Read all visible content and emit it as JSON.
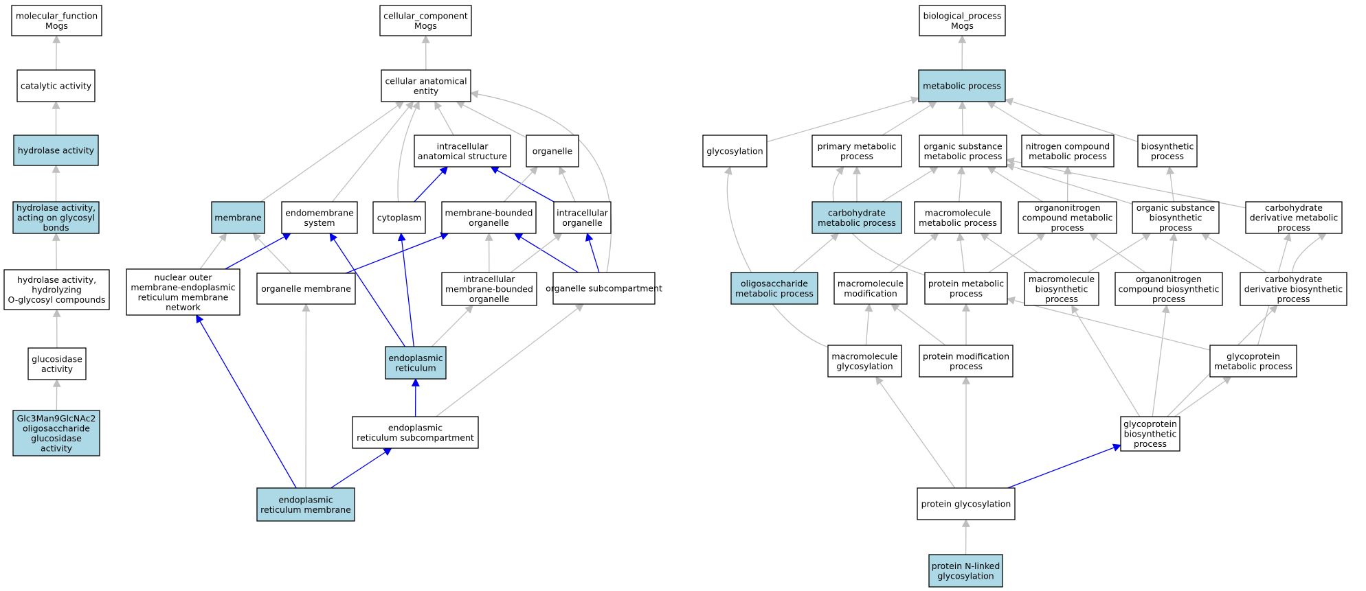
{
  "colors": {
    "highlight_fill": "#add8e6",
    "normal_fill": "#ffffff",
    "gray_edge": "#bfbfbf",
    "blue_edge": "#0000ee"
  },
  "nodes": [
    {
      "id": "mf",
      "label": "molecular_function\nMogs",
      "highlight": false
    },
    {
      "id": "cat",
      "label": "catalytic activity",
      "highlight": false
    },
    {
      "id": "hyd",
      "label": "hydrolase activity",
      "highlight": true
    },
    {
      "id": "hydgly",
      "label": "hydrolase activity,\nacting on glycosyl\nbonds",
      "highlight": true
    },
    {
      "id": "hydo",
      "label": "hydrolase activity,\nhydrolyzing\nO-glycosyl compounds",
      "highlight": false
    },
    {
      "id": "gluc",
      "label": "glucosidase\nactivity",
      "highlight": false
    },
    {
      "id": "glc3",
      "label": "Glc3Man9GlcNAc2\noligosaccharide\nglucosidase\nactivity",
      "highlight": true
    },
    {
      "id": "cc",
      "label": "cellular_component\nMogs",
      "highlight": false
    },
    {
      "id": "cae",
      "label": "cellular anatomical\nentity",
      "highlight": false
    },
    {
      "id": "ias",
      "label": "intracellular\nanatomical structure",
      "highlight": false
    },
    {
      "id": "org",
      "label": "organelle",
      "highlight": false
    },
    {
      "id": "mem",
      "label": "membrane",
      "highlight": true
    },
    {
      "id": "ems",
      "label": "endomembrane\nsystem",
      "highlight": false
    },
    {
      "id": "cyt",
      "label": "cytoplasm",
      "highlight": false
    },
    {
      "id": "mbo",
      "label": "membrane-bounded\norganelle",
      "highlight": false
    },
    {
      "id": "io",
      "label": "intracellular\norganelle",
      "highlight": false
    },
    {
      "id": "nom",
      "label": "nuclear outer\nmembrane-endoplasmic\nreticulum membrane\nnetwork",
      "highlight": false
    },
    {
      "id": "om",
      "label": "organelle membrane",
      "highlight": false
    },
    {
      "id": "imbo",
      "label": "intracellular\nmembrane-bounded\norganelle",
      "highlight": false
    },
    {
      "id": "osc",
      "label": "organelle subcompartment",
      "highlight": false
    },
    {
      "id": "er",
      "label": "endoplasmic\nreticulum",
      "highlight": true
    },
    {
      "id": "ers",
      "label": "endoplasmic\nreticulum subcompartment",
      "highlight": false
    },
    {
      "id": "erm",
      "label": "endoplasmic\nreticulum membrane",
      "highlight": true
    },
    {
      "id": "bp",
      "label": "biological_process\nMogs",
      "highlight": false
    },
    {
      "id": "mp",
      "label": "metabolic process",
      "highlight": true
    },
    {
      "id": "glyc",
      "label": "glycosylation",
      "highlight": false
    },
    {
      "id": "pmp",
      "label": "primary metabolic\nprocess",
      "highlight": false
    },
    {
      "id": "osmp",
      "label": "organic substance\nmetabolic process",
      "highlight": false
    },
    {
      "id": "ncmp",
      "label": "nitrogen compound\nmetabolic process",
      "highlight": false
    },
    {
      "id": "bsp",
      "label": "biosynthetic\nprocess",
      "highlight": false
    },
    {
      "id": "chmp",
      "label": "carbohydrate\nmetabolic process",
      "highlight": true
    },
    {
      "id": "mmp",
      "label": "macromolecule\nmetabolic process",
      "highlight": false
    },
    {
      "id": "oncmp",
      "label": "organonitrogen\ncompound metabolic\nprocess",
      "highlight": false
    },
    {
      "id": "osbp",
      "label": "organic substance\nbiosynthetic\nprocess",
      "highlight": false
    },
    {
      "id": "cdmp",
      "label": "carbohydrate\nderivative metabolic\nprocess",
      "highlight": false
    },
    {
      "id": "olmp",
      "label": "oligosaccharide\nmetabolic process",
      "highlight": true
    },
    {
      "id": "mmod",
      "label": "macromolecule\nmodification",
      "highlight": false
    },
    {
      "id": "prmp",
      "label": "protein metabolic\nprocess",
      "highlight": false
    },
    {
      "id": "mbp",
      "label": "macromolecule\nbiosynthetic\nprocess",
      "highlight": false
    },
    {
      "id": "oncbp",
      "label": "organonitrogen\ncompound biosynthetic\nprocess",
      "highlight": false
    },
    {
      "id": "cdbp",
      "label": "carbohydrate\nderivative biosynthetic\nprocess",
      "highlight": false
    },
    {
      "id": "mglyc",
      "label": "macromolecule\nglycosylation",
      "highlight": false
    },
    {
      "id": "pmod",
      "label": "protein modification\nprocess",
      "highlight": false
    },
    {
      "id": "gpmp",
      "label": "glycoprotein\nmetabolic process",
      "highlight": false
    },
    {
      "id": "gpbp",
      "label": "glycoprotein\nbiosynthetic\nprocess",
      "highlight": false
    },
    {
      "id": "pglyc",
      "label": "protein glycosylation",
      "highlight": false
    },
    {
      "id": "pnglyc",
      "label": "protein N-linked\nglycosylation",
      "highlight": true
    }
  ],
  "edges": [
    {
      "from": "cat",
      "to": "mf",
      "kind": "is_a"
    },
    {
      "from": "hyd",
      "to": "cat",
      "kind": "is_a"
    },
    {
      "from": "hydgly",
      "to": "hyd",
      "kind": "is_a"
    },
    {
      "from": "hydo",
      "to": "hydgly",
      "kind": "is_a"
    },
    {
      "from": "gluc",
      "to": "hydo",
      "kind": "is_a"
    },
    {
      "from": "glc3",
      "to": "gluc",
      "kind": "is_a"
    },
    {
      "from": "cae",
      "to": "cc",
      "kind": "is_a"
    },
    {
      "from": "mem",
      "to": "cae",
      "kind": "is_a"
    },
    {
      "from": "ems",
      "to": "cae",
      "kind": "is_a"
    },
    {
      "from": "cyt",
      "to": "cae",
      "kind": "is_a"
    },
    {
      "from": "ias",
      "to": "cae",
      "kind": "is_a"
    },
    {
      "from": "org",
      "to": "cae",
      "kind": "is_a"
    },
    {
      "from": "osc",
      "to": "cae",
      "kind": "is_a"
    },
    {
      "from": "cyt",
      "to": "ias",
      "kind": "part_of"
    },
    {
      "from": "io",
      "to": "ias",
      "kind": "part_of"
    },
    {
      "from": "mbo",
      "to": "org",
      "kind": "is_a"
    },
    {
      "from": "io",
      "to": "org",
      "kind": "is_a"
    },
    {
      "from": "nom",
      "to": "mem",
      "kind": "is_a"
    },
    {
      "from": "om",
      "to": "mem",
      "kind": "is_a"
    },
    {
      "from": "nom",
      "to": "ems",
      "kind": "part_of"
    },
    {
      "from": "er",
      "to": "ems",
      "kind": "part_of"
    },
    {
      "from": "er",
      "to": "cyt",
      "kind": "part_of"
    },
    {
      "from": "om",
      "to": "mbo",
      "kind": "part_of"
    },
    {
      "from": "imbo",
      "to": "mbo",
      "kind": "is_a"
    },
    {
      "from": "osc",
      "to": "mbo",
      "kind": "part_of"
    },
    {
      "from": "imbo",
      "to": "io",
      "kind": "is_a"
    },
    {
      "from": "osc",
      "to": "io",
      "kind": "part_of"
    },
    {
      "from": "er",
      "to": "imbo",
      "kind": "is_a"
    },
    {
      "from": "ers",
      "to": "er",
      "kind": "part_of"
    },
    {
      "from": "ers",
      "to": "osc",
      "kind": "is_a"
    },
    {
      "from": "erm",
      "to": "nom",
      "kind": "part_of"
    },
    {
      "from": "erm",
      "to": "om",
      "kind": "is_a"
    },
    {
      "from": "erm",
      "to": "ers",
      "kind": "part_of"
    },
    {
      "from": "mp",
      "to": "bp",
      "kind": "is_a"
    },
    {
      "from": "glyc",
      "to": "mp",
      "kind": "is_a"
    },
    {
      "from": "pmp",
      "to": "mp",
      "kind": "is_a"
    },
    {
      "from": "osmp",
      "to": "mp",
      "kind": "is_a"
    },
    {
      "from": "ncmp",
      "to": "mp",
      "kind": "is_a"
    },
    {
      "from": "bsp",
      "to": "mp",
      "kind": "is_a"
    },
    {
      "from": "chmp",
      "to": "pmp",
      "kind": "is_a"
    },
    {
      "from": "chmp",
      "to": "osmp",
      "kind": "is_a"
    },
    {
      "from": "mmp",
      "to": "osmp",
      "kind": "is_a"
    },
    {
      "from": "oncmp",
      "to": "osmp",
      "kind": "is_a"
    },
    {
      "from": "osbp",
      "to": "osmp",
      "kind": "is_a"
    },
    {
      "from": "cdmp",
      "to": "osmp",
      "kind": "is_a"
    },
    {
      "from": "oncmp",
      "to": "ncmp",
      "kind": "is_a"
    },
    {
      "from": "osbp",
      "to": "bsp",
      "kind": "is_a"
    },
    {
      "from": "olmp",
      "to": "chmp",
      "kind": "is_a"
    },
    {
      "from": "mmod",
      "to": "mmp",
      "kind": "is_a"
    },
    {
      "from": "prmp",
      "to": "mmp",
      "kind": "is_a"
    },
    {
      "from": "mbp",
      "to": "mmp",
      "kind": "is_a"
    },
    {
      "from": "prmp",
      "to": "oncmp",
      "kind": "is_a"
    },
    {
      "from": "oncbp",
      "to": "oncmp",
      "kind": "is_a"
    },
    {
      "from": "mbp",
      "to": "osbp",
      "kind": "is_a"
    },
    {
      "from": "oncbp",
      "to": "osbp",
      "kind": "is_a"
    },
    {
      "from": "cdbp",
      "to": "osbp",
      "kind": "is_a"
    },
    {
      "from": "cdbp",
      "to": "cdmp",
      "kind": "is_a"
    },
    {
      "from": "gpmp",
      "to": "cdmp",
      "kind": "is_a"
    },
    {
      "from": "prmp",
      "to": "pmp",
      "kind": "is_a"
    },
    {
      "from": "mglyc",
      "to": "mmod",
      "kind": "is_a"
    },
    {
      "from": "pmod",
      "to": "mmod",
      "kind": "is_a"
    },
    {
      "from": "pmod",
      "to": "prmp",
      "kind": "is_a"
    },
    {
      "from": "gpmp",
      "to": "prmp",
      "kind": "is_a"
    },
    {
      "from": "mglyc",
      "to": "glyc",
      "kind": "is_a"
    },
    {
      "from": "gpbp",
      "to": "mbp",
      "kind": "is_a"
    },
    {
      "from": "gpbp",
      "to": "oncbp",
      "kind": "is_a"
    },
    {
      "from": "gpbp",
      "to": "cdbp",
      "kind": "is_a"
    },
    {
      "from": "gpbp",
      "to": "gpmp",
      "kind": "is_a"
    },
    {
      "from": "pglyc",
      "to": "mglyc",
      "kind": "is_a"
    },
    {
      "from": "pglyc",
      "to": "pmod",
      "kind": "is_a"
    },
    {
      "from": "pglyc",
      "to": "gpbp",
      "kind": "part_of"
    },
    {
      "from": "pnglyc",
      "to": "pglyc",
      "kind": "is_a"
    }
  ]
}
